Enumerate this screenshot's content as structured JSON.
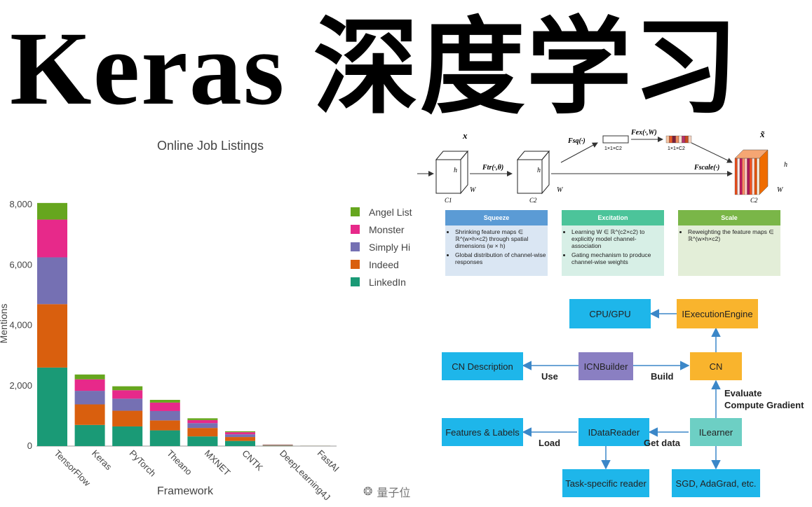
{
  "banner": {
    "title": "Keras 深度学习"
  },
  "chart_data": {
    "type": "bar",
    "stacked": true,
    "title": "Online Job Listings",
    "xlabel": "Framework",
    "ylabel": "Mentions",
    "ylim": [
      0,
      8000
    ],
    "yticks": [
      "0",
      "2,000",
      "4,000",
      "6,000",
      "8,000"
    ],
    "categories": [
      "TensorFlow",
      "Keras",
      "PyTorch",
      "Theano",
      "MXNET",
      "CNTK",
      "DeepLearning4J",
      "FastAI"
    ],
    "series": [
      {
        "name": "LinkedIn",
        "color": "#1a9a76",
        "values": [
          2600,
          700,
          650,
          520,
          320,
          170,
          15,
          5
        ]
      },
      {
        "name": "Indeed",
        "color": "#d95f0e",
        "values": [
          2100,
          680,
          520,
          330,
          280,
          130,
          15,
          3
        ]
      },
      {
        "name": "Simply Hi",
        "color": "#7570b3",
        "values": [
          1550,
          450,
          400,
          310,
          160,
          90,
          10,
          2
        ]
      },
      {
        "name": "Monster",
        "color": "#e7298a",
        "values": [
          1250,
          380,
          280,
          280,
          100,
          70,
          8,
          1
        ]
      },
      {
        "name": "Angel List",
        "color": "#66a61e",
        "values": [
          550,
          160,
          130,
          90,
          60,
          30,
          5,
          1
        ]
      }
    ],
    "legend_position": "right"
  },
  "se_block": {
    "x_label": "x",
    "x_tilde_label": "x̃",
    "f_tr": "Ftr(·,θ)",
    "f_sq": "Fsq(·)",
    "f_ex": "Fex(·,W)",
    "f_scale": "Fscale(·)",
    "dim1": "1×1×C2",
    "dim2": "1×1×C2",
    "h": "h",
    "w": "W",
    "c1": "C1",
    "c2": "C2",
    "cards": [
      {
        "title": "Squeeze",
        "color": "#5b9bd5",
        "bg": "#dae6f3",
        "bullets": [
          "Shrinking feature maps ∈ ℝ^(w×h×c2) through spatial dimensions (w × h)",
          "Global distribution of channel-wise responses"
        ]
      },
      {
        "title": "Excitation",
        "color": "#4cc49a",
        "bg": "#d7efe6",
        "bullets": [
          "Learning W ∈ ℝ^(c2×c2) to explicitly model channel-association",
          "Gating mechanism to produce channel-wise weights"
        ]
      },
      {
        "title": "Scale",
        "color": "#7ab648",
        "bg": "#e3eed8",
        "bullets": [
          "Reweighting the feature maps ∈ ℝ^(w×h×c2)"
        ]
      }
    ]
  },
  "flow": {
    "cpu_gpu": "CPU/GPU",
    "engine": "IExecutionEngine",
    "cn_description": "CN Description",
    "icn_builder": "ICNBuilder",
    "cn": "CN",
    "features_labels": "Features & Labels",
    "idata_reader": "IDataReader",
    "ilearner": "ILearner",
    "task_reader": "Task-specific reader",
    "sgd": "SGD, AdaGrad, etc.",
    "use": "Use",
    "build": "Build",
    "evaluate": "Evaluate",
    "compute_gradient": "Compute Gradient",
    "load": "Load",
    "get_data": "Get data",
    "colors": {
      "cyan": "#1eb6ea",
      "orange": "#f9b42d",
      "purple": "#8a7fc2",
      "teal": "#6dcfc4"
    }
  },
  "watermark": {
    "text": "量子位"
  }
}
